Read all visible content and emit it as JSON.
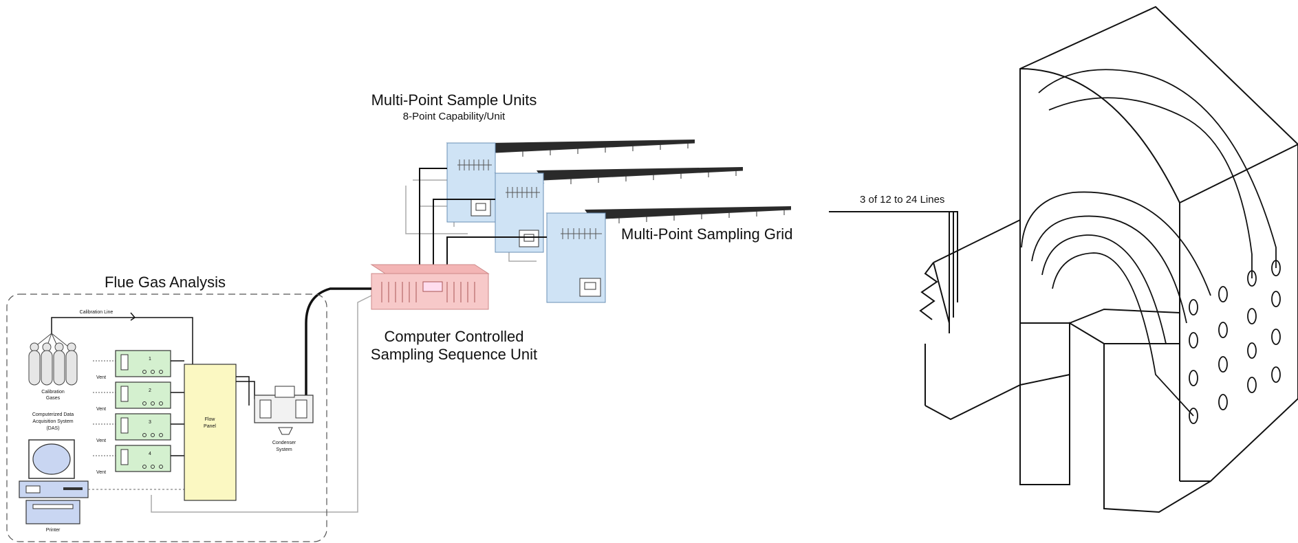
{
  "left_diagram": {
    "labels": {
      "multi_point_sample_units": "Multi-Point Sample Units",
      "capability": "8-Point Capability/Unit",
      "sampling_grid": "Multi-Point Sampling Grid",
      "sequence_unit_line1": "Computer Controlled",
      "sequence_unit_line2": "Sampling Sequence Unit",
      "flue_gas_analysis": "Flue Gas Analysis",
      "calibration_line": "Calibration Line",
      "calibration_gases_line1": "Calibration",
      "calibration_gases_line2": "Gases",
      "das_line1": "Computerized Data",
      "das_line2": "Acquisition System",
      "das_line3": "(DAS)",
      "printer": "Printer",
      "flow_panel_line1": "Flow",
      "flow_panel_line2": "Panel",
      "condenser_line1": "Condenser",
      "condenser_line2": "System",
      "vent": "Vent"
    },
    "analyzers": [
      "1",
      "2",
      "3",
      "4"
    ],
    "colors": {
      "sample_unit": "#cfe3f5",
      "sequence_unit": "#f7c9c9",
      "analyzer": "#d4f0cf",
      "flow_panel": "#fbf8c2",
      "das_screen": "#c9d6f2",
      "grid_probe": "#2a2a2a"
    }
  },
  "right_diagram": {
    "lines_label": "3 of 12 to 24 Lines"
  }
}
